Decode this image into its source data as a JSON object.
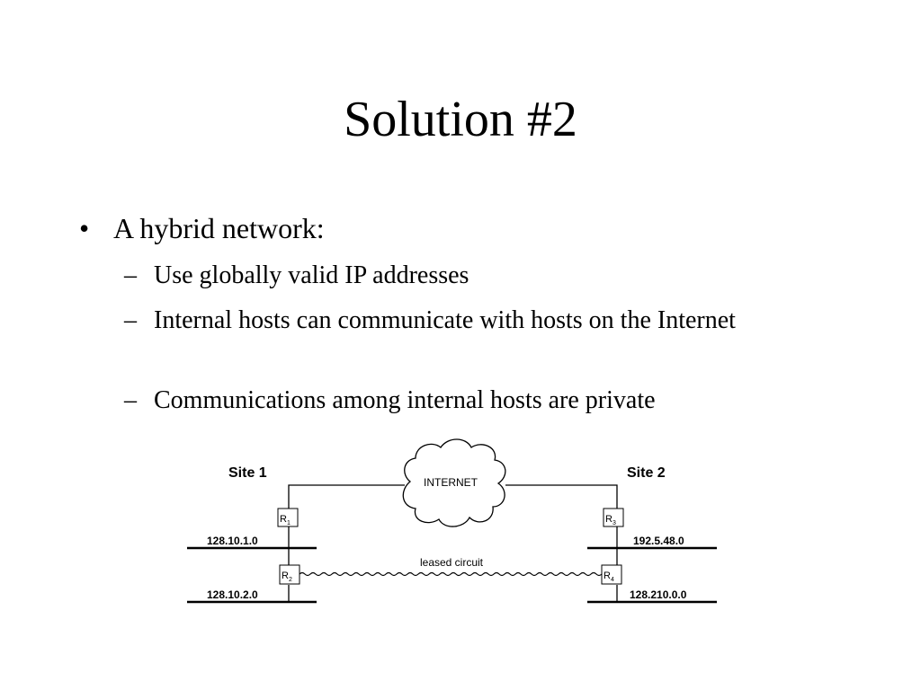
{
  "slide": {
    "title": "Solution #2",
    "bullet": "A hybrid network:",
    "subbullets": [
      "Use globally valid IP addresses",
      "Internal hosts can communicate with hosts on the Internet",
      "Communications among internal hosts are private"
    ],
    "bullet_mark": "•",
    "dash_mark": "–"
  },
  "diagram": {
    "site1_label": "Site 1",
    "site2_label": "Site 2",
    "cloud_label": "INTERNET",
    "link_label": "leased circuit",
    "routers": [
      {
        "letter": "R",
        "sub": "1"
      },
      {
        "letter": "R",
        "sub": "2"
      },
      {
        "letter": "R",
        "sub": "3"
      },
      {
        "letter": "R",
        "sub": "4"
      }
    ],
    "networks": [
      "128.10.1.0",
      "128.10.2.0",
      "192.5.48.0",
      "128.210.0.0"
    ]
  }
}
